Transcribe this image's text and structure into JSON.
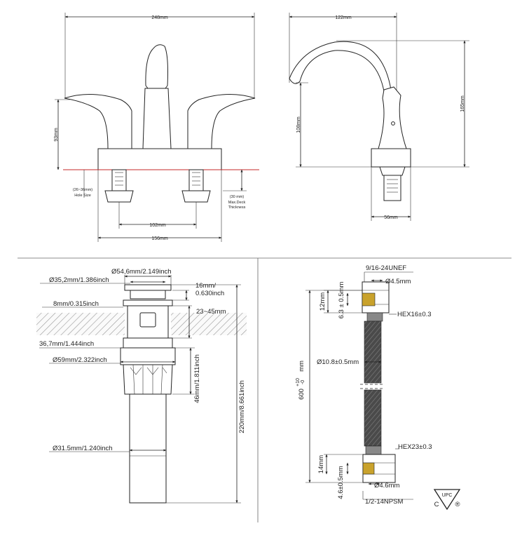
{
  "faucet_front": {
    "width_total": "248mm",
    "height": "93mm",
    "hole_size": "(26~36mm)",
    "hole_size_label": "Hole Size",
    "deck": "(30 mm)",
    "deck_label_1": "Max.Deck",
    "deck_label_2": "Thickness",
    "spread": "102mm",
    "base_width": "156mm"
  },
  "faucet_side": {
    "reach": "122mm",
    "height_total": "165mm",
    "height_body": "108mm",
    "base_depth": "56mm"
  },
  "drain": {
    "d_cap": "Ø54,6mm/2.149inch",
    "d_stem": "Ø35,2mm/1.386inch",
    "cap_h1": "16mm/",
    "cap_h2": "0.630inch",
    "flange": "8mm/0.315inch",
    "deck_range": "23~45mm",
    "d_hole": "36,7mm/1.444inch",
    "d_nut": "Ø59mm/2.322inch",
    "nut_h": "46mm/1.811inch",
    "total_h": "220mm/8.661inch",
    "d_tail": "Ø31.5mm/1.240inch"
  },
  "hose": {
    "thread_top": "9/16-24UNEF",
    "bore_top": "Ø4.5mm",
    "nut_h": "12mm",
    "offset_top": "6.3 ± 0.5mm",
    "hex_top": "HEX16±0.3",
    "d_body": "Ø10.8±0.5mm",
    "length": "600",
    "tol_plus": "+10",
    "tol_minus": "-0",
    "length_unit": "mm",
    "hex_bottom": "HEX23±0.3",
    "nut_h_bottom": "14mm",
    "offset_bottom": "4.6±0.5mm",
    "bore_bottom": "Ø4.6mm",
    "thread_bottom": "1/2-14NPSM",
    "cert_mark": "UPC",
    "cert_c": "C",
    "cert_r": "®"
  },
  "colors": {
    "hose_braid": "#4a4a4a",
    "brass": "#c9a22c",
    "deck_line": "#c62828",
    "hatch": "#9a9a9a"
  }
}
